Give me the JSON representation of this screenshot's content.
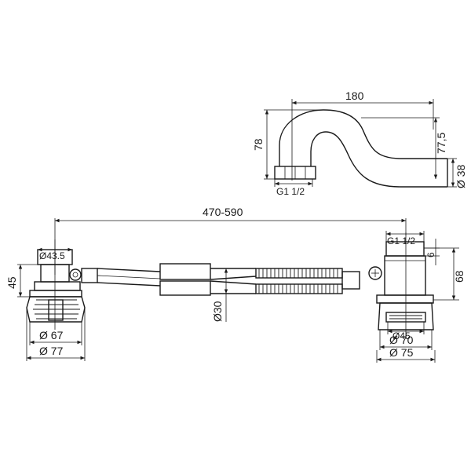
{
  "spout": {
    "width": "180",
    "height_left": "78",
    "height_right": "77,5",
    "diameter": "Ø 38",
    "thread": "G1 1/2"
  },
  "assembly": {
    "overall_length": "470-590",
    "left_pipe_dia": "Ø43.5",
    "left_height": "45",
    "left_inner_dia": "Ø 67",
    "left_outer_dia": "Ø 77",
    "hose_dia": "Ø30",
    "right_thread": "G1 1/2",
    "right_small": "6",
    "right_height": "68",
    "right_inner_dia": "Ø45",
    "right_mid_dia": "Ø 70",
    "right_outer_dia": "Ø 75"
  }
}
